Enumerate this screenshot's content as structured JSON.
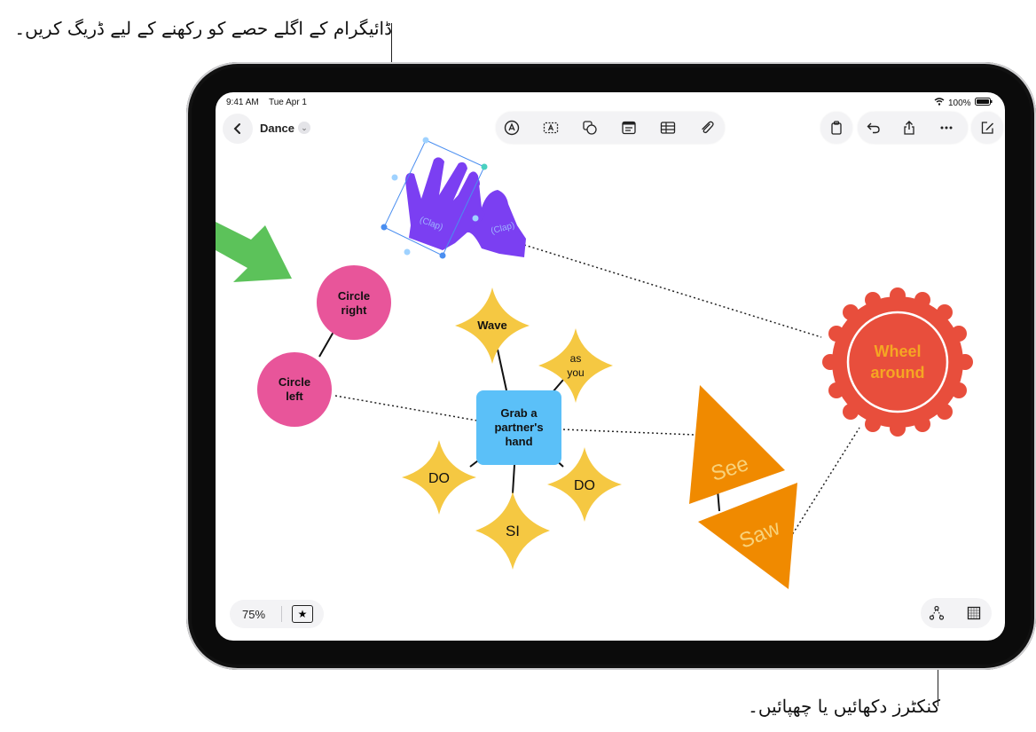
{
  "callouts": {
    "top": "ڈائیگرام کے اگلے حصے کو رکھنے کے لیے ڈریگ کریں۔",
    "bottom": "کنکٹرز دکھائیں یا چھپائیں۔"
  },
  "status_bar": {
    "time": "9:41 AM",
    "date": "Tue Apr 1",
    "battery": "100%"
  },
  "header": {
    "title": "Dance"
  },
  "toolbar": {
    "tools": [
      "pen-icon",
      "text-box-icon",
      "shapes-icon",
      "sticky-note-icon",
      "table-icon",
      "attachment-icon"
    ],
    "right": [
      "clipboard-icon",
      "undo-icon",
      "share-icon",
      "more-icon",
      "compose-icon"
    ]
  },
  "zoom": {
    "level": "75%"
  },
  "canvas": {
    "hands": {
      "left_label": "(Clap)",
      "right_label": "(Clap)",
      "color": "#7b3ff2"
    },
    "circle_right": {
      "line1": "Circle",
      "line2": "right",
      "color": "#e8559a"
    },
    "circle_left": {
      "line1": "Circle",
      "line2": "left",
      "color": "#e8559a"
    },
    "center": {
      "line1": "Grab a",
      "line2": "partner's",
      "line3": "hand",
      "color": "#5bc0f8"
    },
    "wave": "Wave",
    "as_you": {
      "line1": "as",
      "line2": "you"
    },
    "do_left": "DO",
    "do_right": "DO",
    "si": "SI",
    "see": "See",
    "saw": "Saw",
    "wheel": {
      "line1": "Wheel",
      "line2": "around",
      "color": "#e84e3c",
      "text_color": "#f5a623"
    },
    "star_color": "#f5c842",
    "triangle_color": "#f08a00",
    "arrow_color": "#5cc25a"
  }
}
